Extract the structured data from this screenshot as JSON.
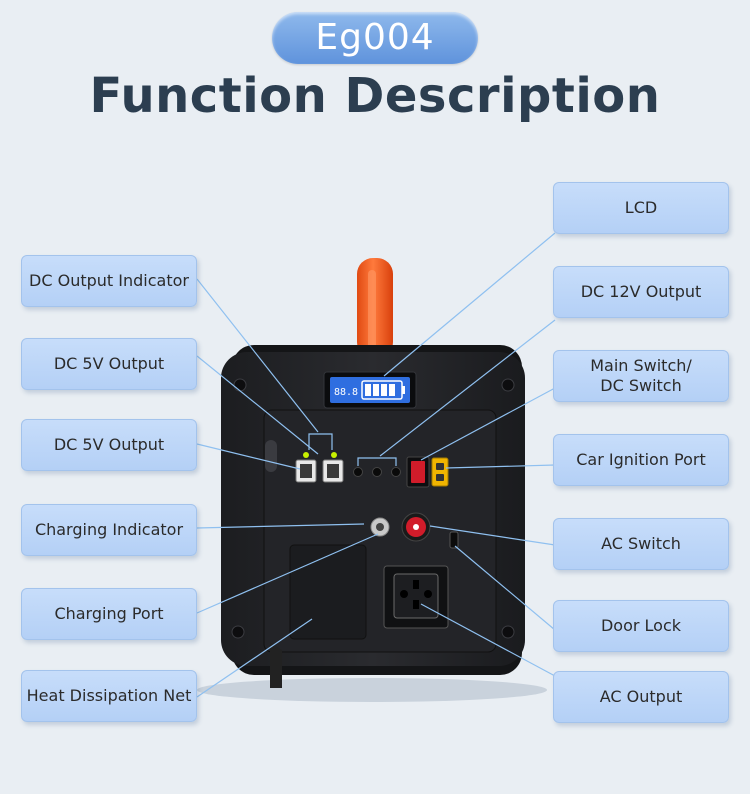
{
  "header": {
    "badge": "Eg004",
    "title": "Function Description"
  },
  "device_lcd": {
    "reading": "88.8"
  },
  "labels_left": [
    "DC Output Indicator",
    "DC 5V Output",
    "DC 5V Output",
    "Charging Indicator",
    "Charging Port",
    "Heat Dissipation Net"
  ],
  "labels_right": [
    "LCD",
    "DC 12V Output",
    "Main Switch/",
    "DC Switch",
    "Car Ignition Port",
    "AC Switch",
    "Door Lock",
    "AC Output"
  ],
  "colors": {
    "accent": "#6a9ee2",
    "title": "#2c3e50",
    "label_bg": "#bcd6f8",
    "handle": "#f05a1e",
    "lcd": "#2f6ee0",
    "switch_red": "#d11c2a",
    "xt60_yellow": "#f0b400"
  }
}
